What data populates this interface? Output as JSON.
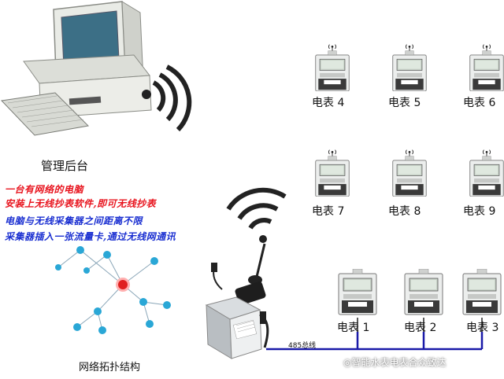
{
  "admin": {
    "label": "管理后台"
  },
  "notes": {
    "line1": "一台有网络的电脑",
    "line2": "安装上无线抄表软件,即可无线抄表",
    "line3": "电脑与无线采集器之间距离不限",
    "line4": "采集器插入一张流量卡,通过无线网通讯"
  },
  "topology": {
    "label": "网络拓扑结构"
  },
  "bus": {
    "label": "485总线"
  },
  "meters": [
    {
      "label": "电表 1"
    },
    {
      "label": "电表 2"
    },
    {
      "label": "电表 3"
    },
    {
      "label": "电表 4"
    },
    {
      "label": "电表 5"
    },
    {
      "label": "电表 6"
    },
    {
      "label": "电表 7"
    },
    {
      "label": "电表 8"
    },
    {
      "label": "电表 9"
    }
  ],
  "watermark": {
    "text": "智能水表电表合众致达"
  },
  "colors": {
    "red_text": "#e8141e",
    "blue_text": "#1a2fd1",
    "bus_line": "#1a1aa8",
    "hub_node": "#e02020",
    "nodes": "#2aa7d6"
  }
}
